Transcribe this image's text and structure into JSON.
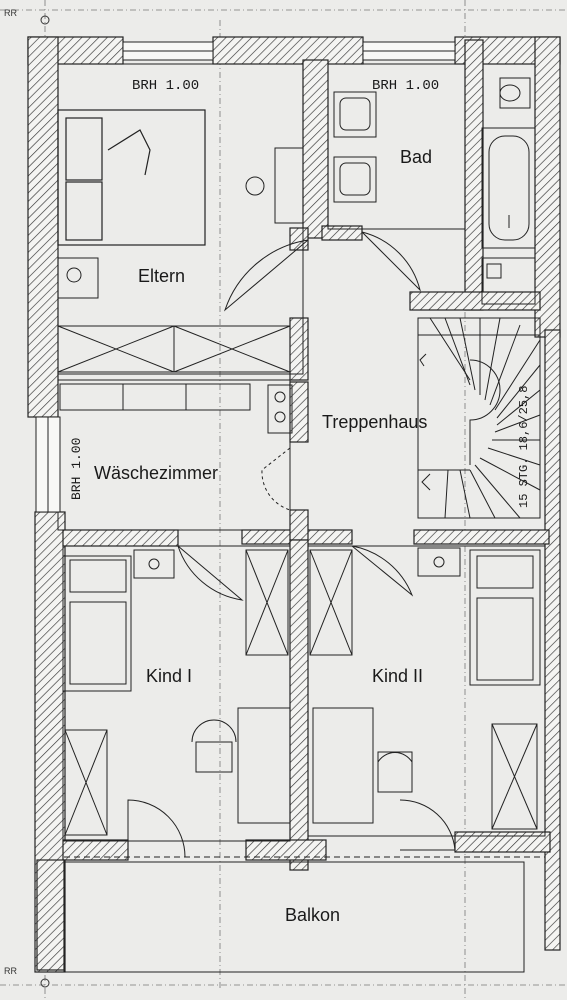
{
  "plan": {
    "rooms": {
      "eltern": "Eltern",
      "bad": "Bad",
      "treppenhaus": "Treppenhaus",
      "waeschezimmer": "Wäschezimmer",
      "kind1": "Kind I",
      "kind2": "Kind II",
      "balkon": "Balkon"
    },
    "window_heights": {
      "eltern": "BRH 1.00",
      "bad": "BRH 1.00",
      "waesche": "BRH 1.00"
    },
    "stair_note": "15 STG. 18,6/25,8",
    "section_marks": {
      "top": "RR",
      "bottom": "RR"
    }
  }
}
